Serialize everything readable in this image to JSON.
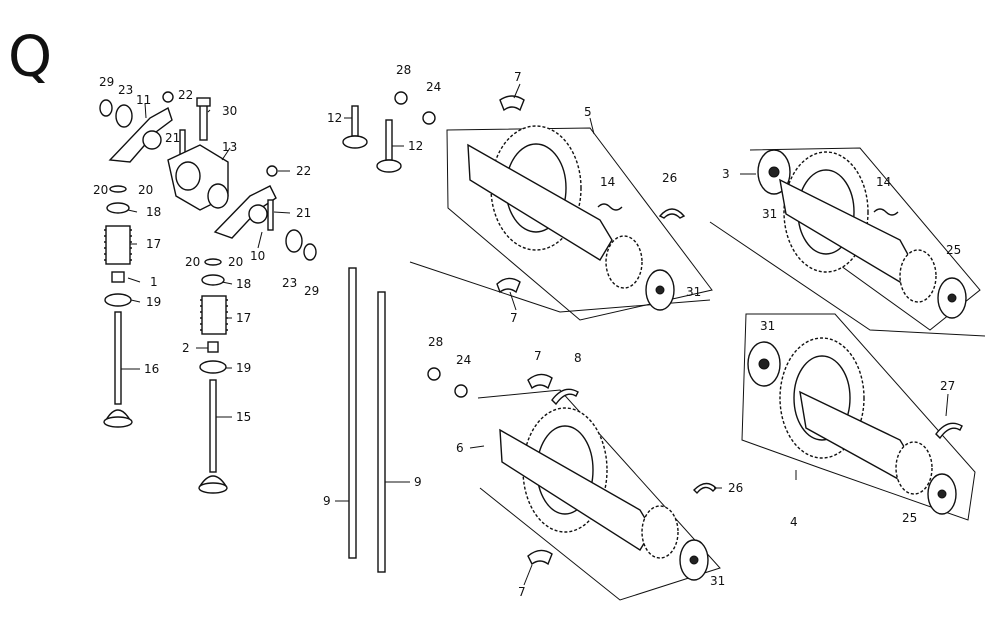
{
  "section_letter": "Q",
  "callouts": [
    {
      "id": "c-29a",
      "text": "29"
    },
    {
      "id": "c-23a",
      "text": "23"
    },
    {
      "id": "c-11",
      "text": "11"
    },
    {
      "id": "c-22a",
      "text": "22"
    },
    {
      "id": "c-30",
      "text": "30"
    },
    {
      "id": "c-21a",
      "text": "21"
    },
    {
      "id": "c-13",
      "text": "13"
    },
    {
      "id": "c-20a",
      "text": "20"
    },
    {
      "id": "c-20b",
      "text": "20"
    },
    {
      "id": "c-18a",
      "text": "18"
    },
    {
      "id": "c-17a",
      "text": "17"
    },
    {
      "id": "c-1",
      "text": "1"
    },
    {
      "id": "c-19a",
      "text": "19"
    },
    {
      "id": "c-16",
      "text": "16"
    },
    {
      "id": "c-22b",
      "text": "22"
    },
    {
      "id": "c-21b",
      "text": "21"
    },
    {
      "id": "c-10",
      "text": "10"
    },
    {
      "id": "c-23b",
      "text": "23"
    },
    {
      "id": "c-29b",
      "text": "29"
    },
    {
      "id": "c-20c",
      "text": "20"
    },
    {
      "id": "c-20d",
      "text": "20"
    },
    {
      "id": "c-18b",
      "text": "18"
    },
    {
      "id": "c-17b",
      "text": "17"
    },
    {
      "id": "c-2",
      "text": "2"
    },
    {
      "id": "c-19b",
      "text": "19"
    },
    {
      "id": "c-15",
      "text": "15"
    },
    {
      "id": "c-12a",
      "text": "12"
    },
    {
      "id": "c-12b",
      "text": "12"
    },
    {
      "id": "c-28a",
      "text": "28"
    },
    {
      "id": "c-24a",
      "text": "24"
    },
    {
      "id": "c-7a",
      "text": "7"
    },
    {
      "id": "c-5",
      "text": "5"
    },
    {
      "id": "c-14a",
      "text": "14"
    },
    {
      "id": "c-26a",
      "text": "26"
    },
    {
      "id": "c-31a",
      "text": "31"
    },
    {
      "id": "c-7b",
      "text": "7"
    },
    {
      "id": "c-3",
      "text": "3"
    },
    {
      "id": "c-31b",
      "text": "31"
    },
    {
      "id": "c-14b",
      "text": "14"
    },
    {
      "id": "c-25a",
      "text": "25"
    },
    {
      "id": "c-9a",
      "text": "9"
    },
    {
      "id": "c-9b",
      "text": "9"
    },
    {
      "id": "c-28b",
      "text": "28"
    },
    {
      "id": "c-24b",
      "text": "24"
    },
    {
      "id": "c-7c",
      "text": "7"
    },
    {
      "id": "c-8",
      "text": "8"
    },
    {
      "id": "c-6",
      "text": "6"
    },
    {
      "id": "c-26b",
      "text": "26"
    },
    {
      "id": "c-31c",
      "text": "31"
    },
    {
      "id": "c-7d",
      "text": "7"
    },
    {
      "id": "c-31d",
      "text": "31"
    },
    {
      "id": "c-27",
      "text": "27"
    },
    {
      "id": "c-4",
      "text": "4"
    },
    {
      "id": "c-25b",
      "text": "25"
    }
  ]
}
